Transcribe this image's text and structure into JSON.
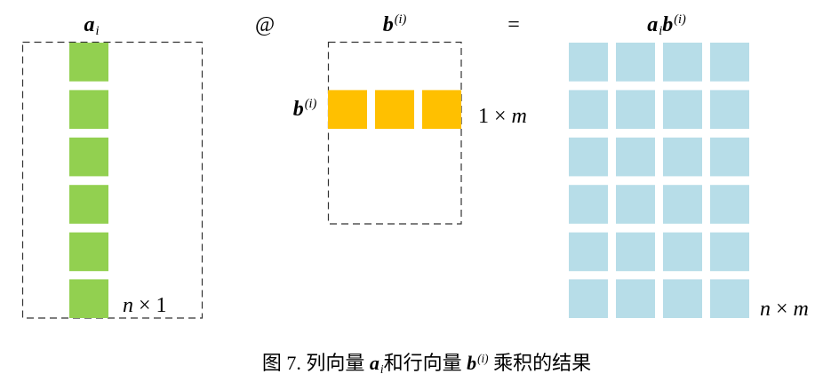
{
  "header": {
    "column_vector": {
      "symbol": "a",
      "sub": "i"
    },
    "operator": "@",
    "row_vector": {
      "symbol": "b",
      "sup": "(i)"
    },
    "equals": "=",
    "product": {
      "a_symbol": "a",
      "a_sub": "i",
      "b_symbol": "b",
      "b_sup": "(i)"
    }
  },
  "row_vector_side_label": {
    "symbol": "b",
    "sup": "(i)"
  },
  "dimensions": {
    "column_vector": {
      "rows": "n",
      "times": "×",
      "cols": "1"
    },
    "row_vector": {
      "rows": "1",
      "times": "×",
      "cols": "m"
    },
    "product": {
      "rows": "n",
      "times": "×",
      "cols": "m"
    }
  },
  "caption": {
    "prefix": "图 7. 列向量 ",
    "a_symbol": "a",
    "a_sub": "i",
    "middle": "和行向量 ",
    "b_symbol": "b",
    "b_sup": "(i)",
    "suffix": " 乘积的结果"
  },
  "colors": {
    "column_vector_cells": "#92d050",
    "row_vector_cells": "#ffc000",
    "product_cells": "#b7dde8",
    "dashed_border": "#333333"
  }
}
